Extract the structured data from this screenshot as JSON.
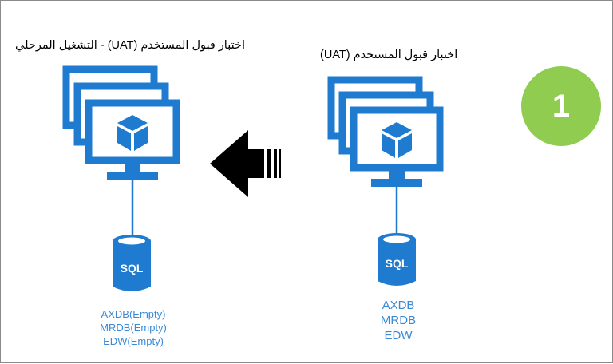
{
  "left_environment": {
    "title": "اختبار قبول المستخدم (UAT) - التشغيل المرحلي",
    "databases": [
      "AXDB(Empty)",
      "MRDB(Empty)",
      "EDW(Empty)"
    ],
    "db_label": "SQL"
  },
  "right_environment": {
    "title": "اختبار قبول المستخدم (UAT)",
    "databases": [
      "AXDB",
      "MRDB",
      "EDW"
    ],
    "db_label": "SQL"
  },
  "step_badge": {
    "number": "1",
    "color": "#8fcc4f"
  },
  "colors": {
    "azure_blue": "#1e7bd0",
    "text_blue": "#3a8ad6",
    "arrow": "#000000"
  }
}
